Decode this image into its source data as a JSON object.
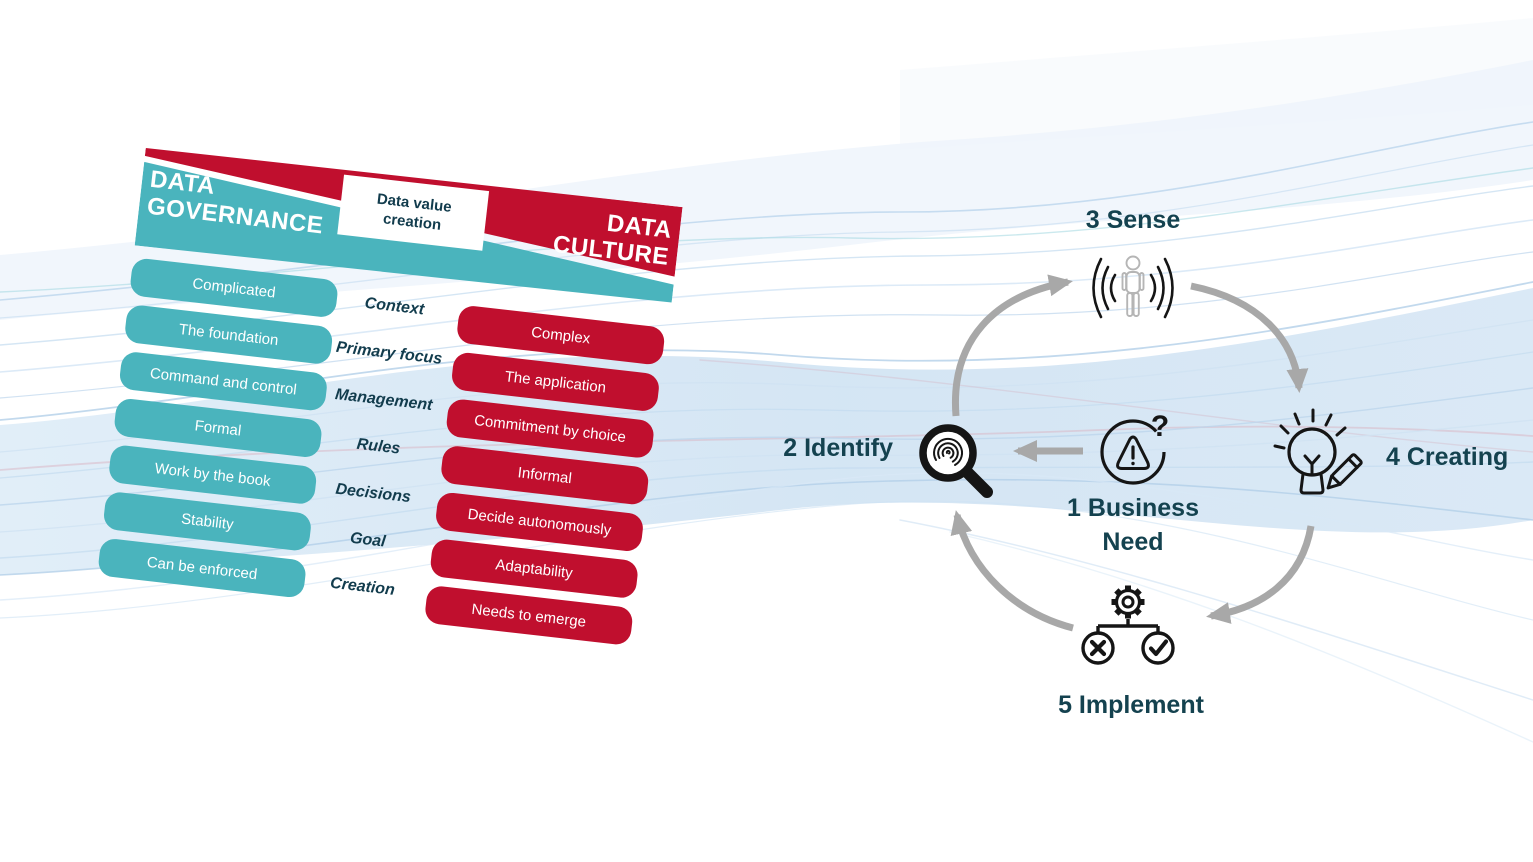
{
  "left_panel": {
    "header": {
      "governance_title": "DATA\nGOVERNANCE",
      "center_label": "Data value\ncreation",
      "culture_title": "DATA\nCULTURE"
    },
    "rows": [
      {
        "governance": "Complicated",
        "dimension": "Context",
        "culture": "Complex"
      },
      {
        "governance": "The foundation",
        "dimension": "Primary focus",
        "culture": "The application"
      },
      {
        "governance": "Command and control",
        "dimension": "Management",
        "culture": "Commitment by choice"
      },
      {
        "governance": "Formal",
        "dimension": "Rules",
        "culture": "Informal"
      },
      {
        "governance": "Work by the book",
        "dimension": "Decisions",
        "culture": "Decide autonomously"
      },
      {
        "governance": "Stability",
        "dimension": "Goal",
        "culture": "Adaptability"
      },
      {
        "governance": "Can be enforced",
        "dimension": "Creation",
        "culture": "Needs to emerge"
      }
    ]
  },
  "cycle": {
    "labels": {
      "business": "1 Business\nNeed",
      "identify": "2 Identify",
      "sense": "3 Sense",
      "creating": "4 Creating",
      "implement": "5 Implement"
    },
    "icons": {
      "business": "alert-triangle-question-circle-icon",
      "identify": "fingerprint-magnifier-icon",
      "sense": "person-sensing-waves-icon",
      "creating": "lightbulb-pencil-icon",
      "implement": "gear-cross-check-decision-icon"
    }
  },
  "colors": {
    "teal": "#4ab4bd",
    "red": "#c00f2e",
    "navy_text": "#123c4d",
    "cycle_label": "#14424f",
    "arrow_gray": "#a8a8a8",
    "icon_black": "#151515",
    "person_gray": "#b5b5b5"
  }
}
